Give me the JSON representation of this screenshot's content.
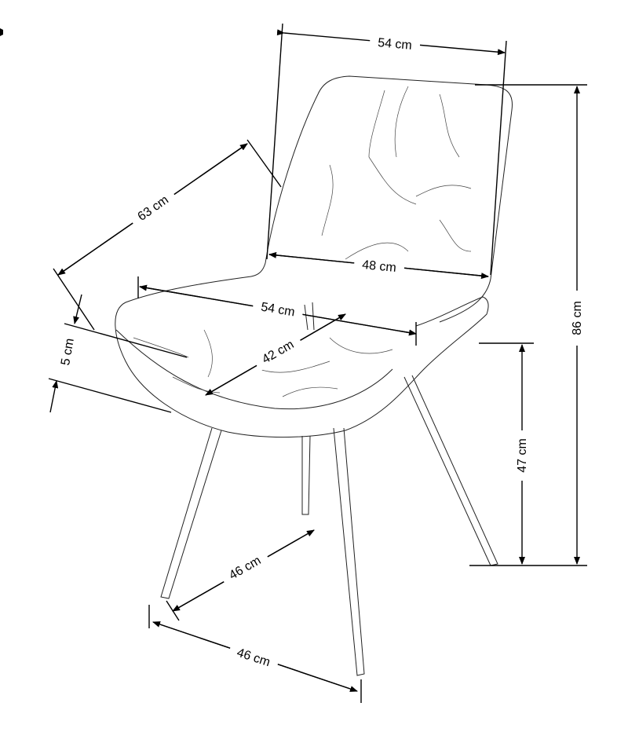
{
  "diagram": {
    "subject": "chair",
    "dimensions": {
      "back_width": "54 cm",
      "depth_overall": "63 cm",
      "inner_back_width": "48 cm",
      "seat_width": "54 cm",
      "seat_depth": "42 cm",
      "seat_thickness": "5 cm",
      "total_height": "86 cm",
      "seat_height": "47 cm",
      "leg_span_front": "46 cm",
      "leg_span_side": "46 cm"
    }
  }
}
